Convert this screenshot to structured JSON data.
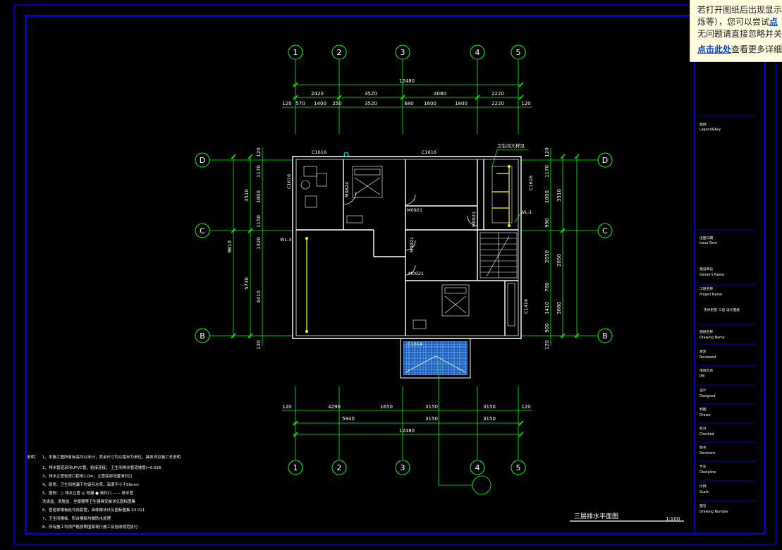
{
  "notice": {
    "line1": "若打开图纸后出现显示",
    "line2_pre": "烁等），您可以尝试",
    "line2_link": "点",
    "line3": "无问题请直接忽略并关",
    "link2": "点击此处",
    "line4_rest": "查看更多详细"
  },
  "axes": {
    "top": [
      "1",
      "2",
      "3",
      "4",
      "5"
    ],
    "side": [
      "D",
      "C",
      "B"
    ]
  },
  "dims": {
    "top_total": "12480",
    "top_row": [
      "2420",
      "3520",
      "4080",
      "2220"
    ],
    "top_detail": [
      "120",
      "570",
      "1400",
      "250",
      "3520",
      "680",
      "1600",
      "1800",
      "2220",
      "120"
    ],
    "bottom_row": [
      "120",
      "4290",
      "1650",
      "3150",
      "3150",
      "120"
    ],
    "bottom_row2": [
      "5940",
      "3150",
      "3150"
    ],
    "bottom_total": "12480",
    "left_outer": [
      "9810"
    ],
    "left_mid": [
      "3510",
      "5730"
    ],
    "left_inner": [
      "120",
      "1170",
      "1800",
      "1150",
      "1320",
      "4410",
      "120"
    ],
    "right_mid": [
      "3510",
      "2050",
      "3080"
    ],
    "right_inner": [
      "120",
      "1170",
      "1800",
      "990",
      "2050",
      "780",
      "1410",
      "900",
      "120"
    ]
  },
  "labels": {
    "window_c1616_a": "C1616",
    "window_c1616_b": "C1616",
    "window_c1616_side": "C1616",
    "window_c1416": "C1416",
    "window_c1014": "C1014",
    "door_m0824": "M0824",
    "door_m0921_a": "M0921",
    "door_m0921_b": "M0921",
    "door_m0921_c": "M0921",
    "door_m0921_d": "M0921",
    "bath_note": "卫生间大样见",
    "wl1": "WL-1",
    "wl3": "WL-3"
  },
  "drawing_title": "三层排水平面图",
  "scale": "1:100",
  "notes_heading": "说明：",
  "notes": [
    "1、本施工图所有标高均以米计，其余尺寸均以毫米为单位，具体详见施工总说明",
    "2、排水管道采用UPVC管，粘接连接；          卫生间排水管道坡度i=0.026",
    "3、排水立管检查口距地1.0m，立管底部设置清扫口",
    "4、厨房、卫生间地漏下均设存水弯，高度不小于50mm",
    "5、图例：○ 排水立管  ◎ 地漏  ● 清扫口  —— 排水管",
    "       洗涤盆、洗脸盆、坐便器等卫生器具安装详见国标图集",
    "6、管道穿楼板处均设套管，具体做法详见国标图集  S3  P11",
    "7、卫生间楼板、阳台楼板均做防水处理",
    "8、所有施工均须严格按照国家现行施工及验收规范执行"
  ],
  "title_block": [
    {
      "cn": "图例",
      "en": "Legend&Key"
    },
    {
      "cn": "出图日期",
      "en": "Issue Sent"
    },
    {
      "cn": "建设单位",
      "en": "Owner's Name"
    },
    {
      "cn": "工程名称",
      "en": "Project Name"
    },
    {
      "cn": "农村别墅 三层 设计图纸",
      "en": ""
    },
    {
      "cn": "图纸名称",
      "en": "Drawing Name"
    },
    {
      "cn": "审定",
      "en": "Reviewed"
    },
    {
      "cn": "项目负责",
      "en": "PM"
    },
    {
      "cn": "设计",
      "en": "Designed"
    },
    {
      "cn": "制图",
      "en": "Drawn"
    },
    {
      "cn": "校对",
      "en": "Checked"
    },
    {
      "cn": "版本",
      "en": "Revisions"
    },
    {
      "cn": "专业",
      "en": "Discipline"
    },
    {
      "cn": "比例",
      "en": "Scale"
    },
    {
      "cn": "图号",
      "en": "Drawing Number"
    }
  ],
  "colors": {
    "background": "#000000",
    "frame": "#0000ff",
    "walls": "#ffffff",
    "dimensions": "#00ff00",
    "pipes": "#ffff00",
    "water": "#00ffff",
    "balcony": "#2f7fd8"
  }
}
